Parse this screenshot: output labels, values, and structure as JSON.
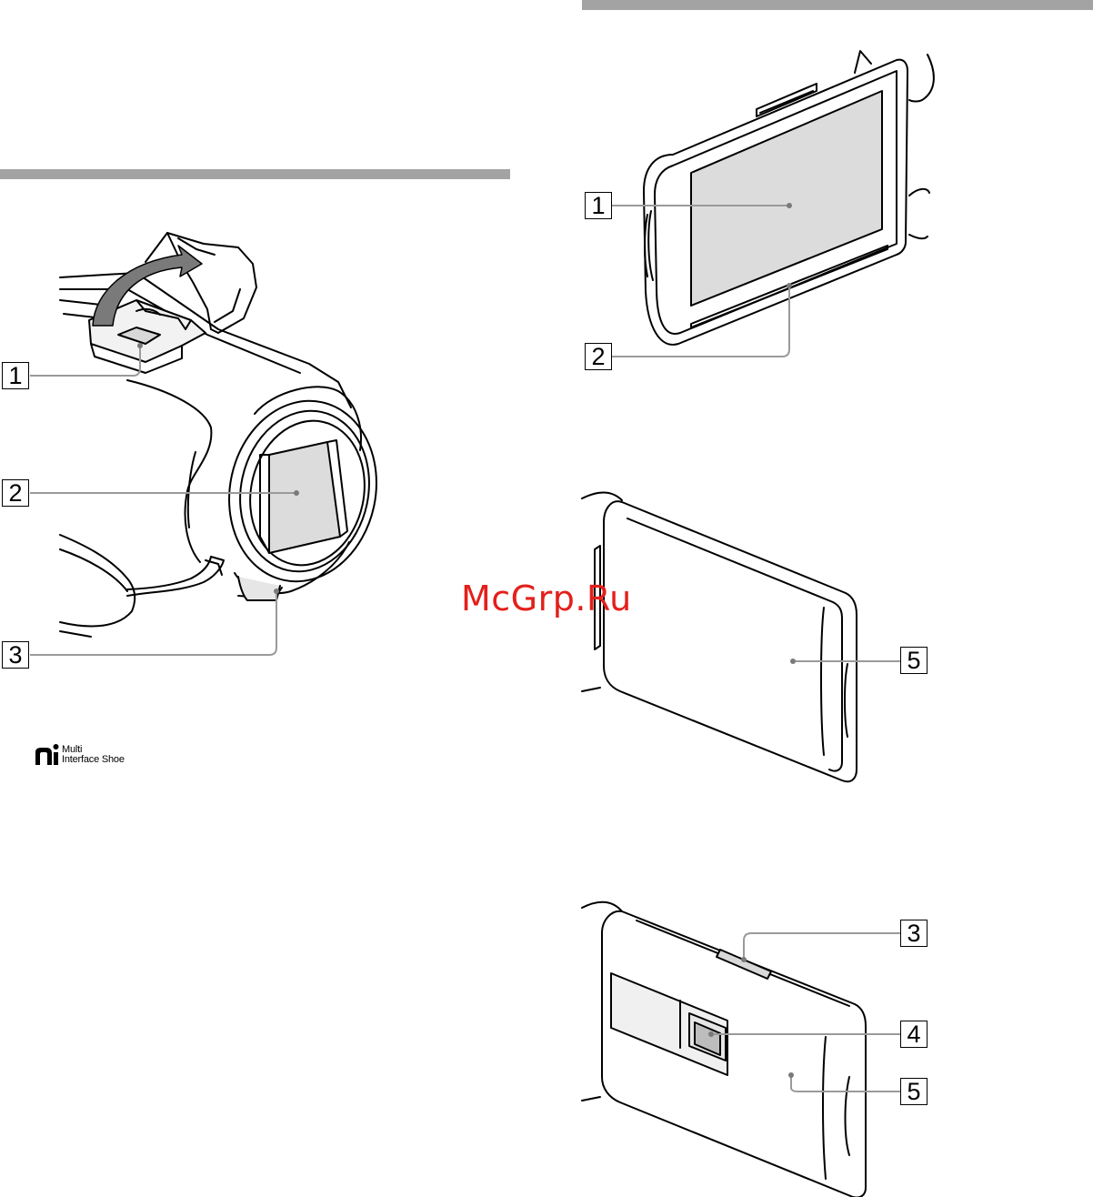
{
  "left_figure": {
    "callouts": [
      "1",
      "2",
      "3"
    ]
  },
  "right_figure_top": {
    "callouts": [
      "1",
      "2"
    ]
  },
  "right_figure_middle": {
    "callouts": [
      "5"
    ]
  },
  "right_figure_bottom": {
    "callouts": [
      "3",
      "4",
      "5"
    ]
  },
  "logo": {
    "line1": "Multi",
    "line2": "Interface Shoe"
  },
  "watermark": "McGrp.Ru"
}
